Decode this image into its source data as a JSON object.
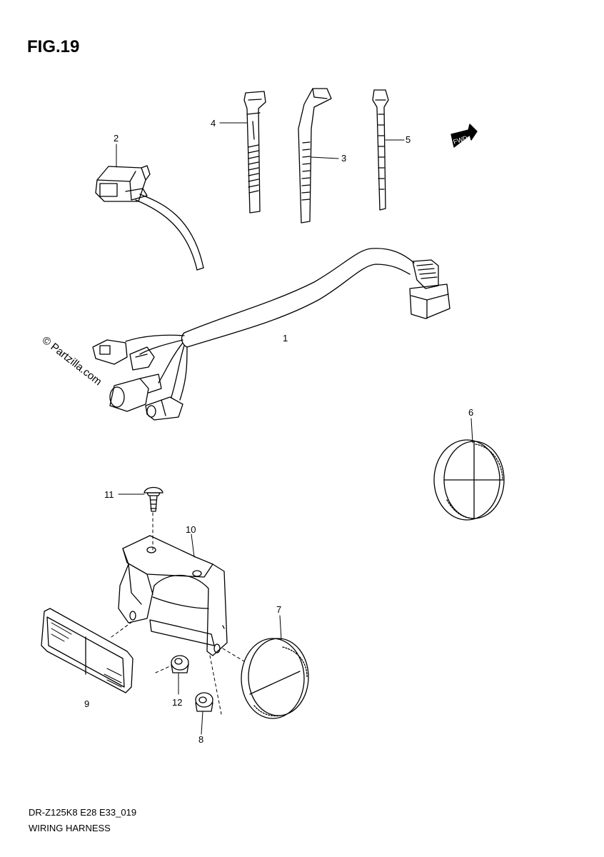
{
  "figure": {
    "title": "FIG.19"
  },
  "watermark": "© Partzilla.com",
  "fwd_label": "FWD",
  "footer": {
    "code": "DR-Z125K8 E28 E33_019",
    "name": "WIRING HARNESS"
  },
  "callouts": {
    "c1": "1",
    "c2": "2",
    "c3": "3",
    "c4": "4",
    "c5": "5",
    "c6": "6",
    "c7": "7",
    "c8": "8",
    "c9": "9",
    "c10": "10",
    "c11": "11",
    "c12": "12"
  }
}
